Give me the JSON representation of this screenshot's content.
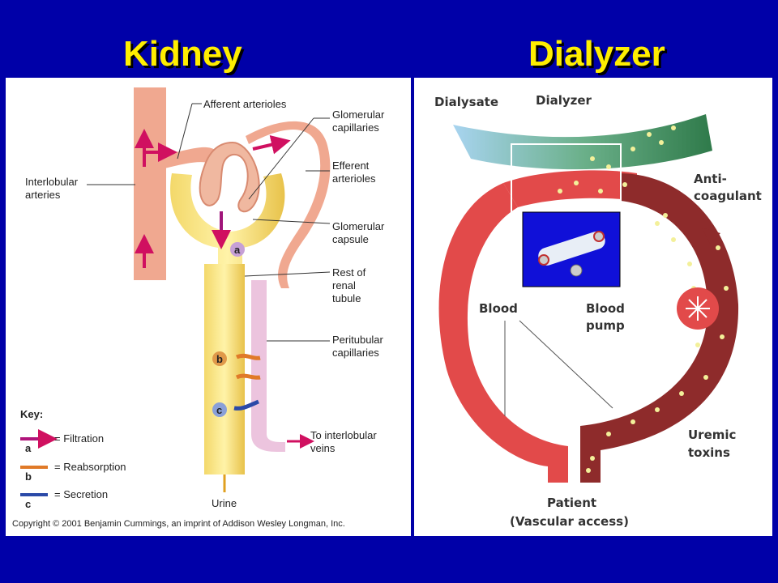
{
  "titles": {
    "left": "Kidney",
    "right": "Dialyzer"
  },
  "kidney": {
    "labels": {
      "afferent": "Afferent arterioles",
      "glomerular_cap_1": "Glomerular",
      "glomerular_cap_2": "capillaries",
      "efferent_1": "Efferent",
      "efferent_2": "arterioles",
      "interlobular_1": "Interlobular",
      "interlobular_2": "arteries",
      "capsule_1": "Glomerular",
      "capsule_2": "capsule",
      "rest_1": "Rest of",
      "rest_2": "renal",
      "rest_3": "tubule",
      "peri_1": "Peritubular",
      "peri_2": "capillaries",
      "veins_1": "To interlobular",
      "veins_2": "veins",
      "urine": "Urine",
      "a": "a",
      "b": "b",
      "c": "c"
    },
    "key": {
      "title": "Key:",
      "items": [
        {
          "letter": "a",
          "label": "= Filtration",
          "color": "#b0147a"
        },
        {
          "letter": "b",
          "label": "= Reabsorption",
          "color": "#e07a28"
        },
        {
          "letter": "c",
          "label": "= Secretion",
          "color": "#2b4aa8"
        }
      ]
    },
    "copyright": "Copyright © 2001 Benjamin Cummings, an imprint of Addison Wesley Longman, Inc."
  },
  "dialyzer": {
    "labels": {
      "dialysate": "Dialysate",
      "dialyzer": "Dialyzer",
      "anti_1": "Anti-",
      "anti_2": "coagulant",
      "blood": "Blood",
      "pump_1": "Blood",
      "pump_2": "pump",
      "uremic_1": "Uremic",
      "uremic_2": "toxins",
      "patient_1": "Patient",
      "patient_2": "(Vascular access)"
    }
  },
  "colors": {
    "background": "#0000a8",
    "title": "#ffee00",
    "blood_red": "#e24a4a",
    "dark_red": "#8e2b2b",
    "toxin": "#f3f09a"
  }
}
